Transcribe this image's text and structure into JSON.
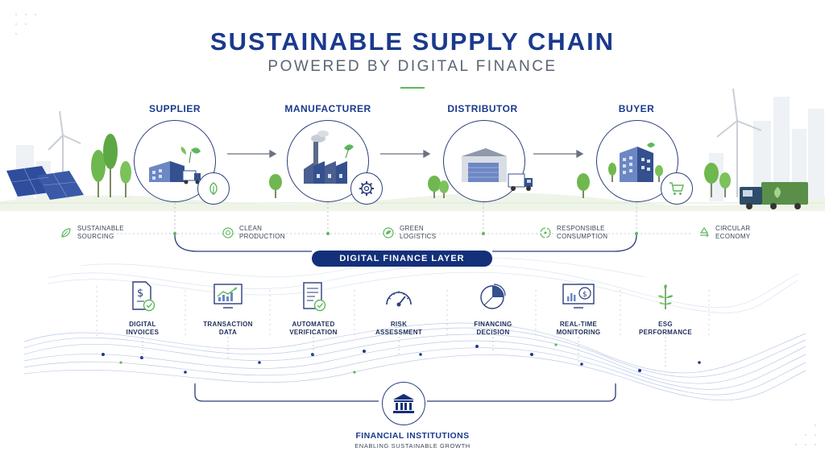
{
  "header": {
    "title": "SUSTAINABLE SUPPLY CHAIN",
    "subtitle": "POWERED BY DIGITAL FINANCE"
  },
  "stages": [
    {
      "label": "SUPPLIER",
      "icon": "supplier-factory-truck-icon",
      "badge": "leaf-icon"
    },
    {
      "label": "MANUFACTURER",
      "icon": "factory-smokestack-icon",
      "badge": "gear-icon"
    },
    {
      "label": "DISTRIBUTOR",
      "icon": "warehouse-truck-icon",
      "badge": ""
    },
    {
      "label": "BUYER",
      "icon": "store-building-icon",
      "badge": "shopping-cart-icon"
    }
  ],
  "principles": [
    {
      "line1": "SUSTAINABLE",
      "line2": "SOURCING",
      "icon": "leaf-icon"
    },
    {
      "line1": "CLEAN",
      "line2": "PRODUCTION",
      "icon": "clean-production-icon"
    },
    {
      "line1": "GREEN",
      "line2": "LOGISTICS",
      "icon": "green-logistics-icon"
    },
    {
      "line1": "RESPONSIBLE",
      "line2": "CONSUMPTION",
      "icon": "cycle-icon"
    },
    {
      "line1": "CIRCULAR",
      "line2": "ECONOMY",
      "icon": "recycle-icon"
    }
  ],
  "layer": {
    "label": "DIGITAL FINANCE LAYER"
  },
  "tools": [
    {
      "line1": "DIGITAL",
      "line2": "INVOICES",
      "icon": "invoice-icon"
    },
    {
      "line1": "TRANSACTION",
      "line2": "DATA",
      "icon": "chart-monitor-icon"
    },
    {
      "line1": "AUTOMATED",
      "line2": "VERIFICATION",
      "icon": "checklist-icon"
    },
    {
      "line1": "RISK",
      "line2": "ASSESSMENT",
      "icon": "gauge-icon"
    },
    {
      "line1": "FINANCING",
      "line2": "DECISION",
      "icon": "pie-chart-icon"
    },
    {
      "line1": "REAL-TIME",
      "line2": "MONITORING",
      "icon": "monitor-icon"
    },
    {
      "line1": "ESG",
      "line2": "PERFORMANCE",
      "icon": "plant-icon"
    }
  ],
  "institutions": {
    "label": "FINANCIAL INSTITUTIONS",
    "sublabel": "ENABLING SUSTAINABLE GROWTH",
    "icon": "bank-icon"
  },
  "colors": {
    "navy": "#1a3a8c",
    "green": "#5cb85c",
    "pill": "#14307a",
    "gray_text": "#5b6472"
  }
}
